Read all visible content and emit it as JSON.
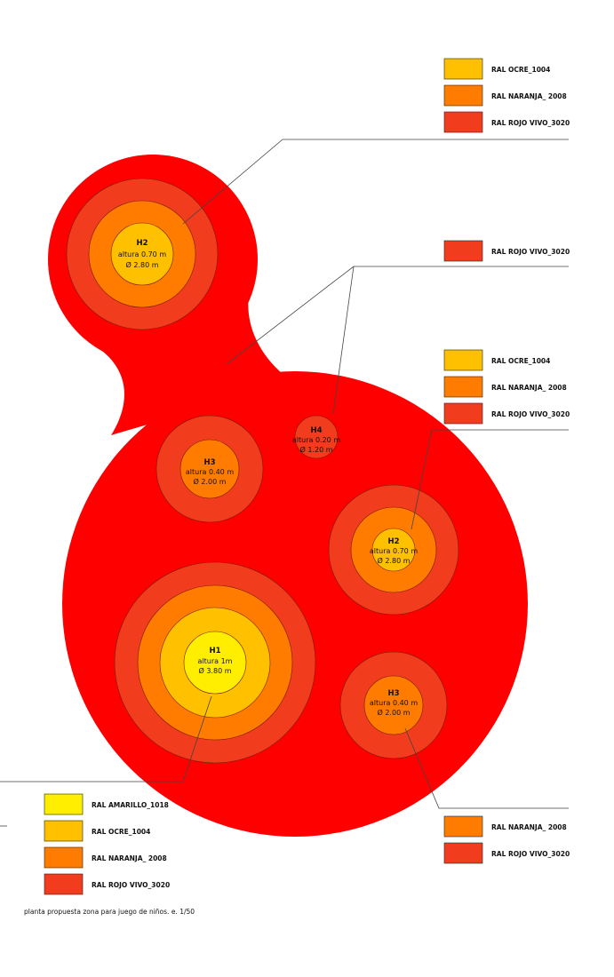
{
  "colors": {
    "amarillo": "#ffee00",
    "ocre": "#ffc000",
    "naranja": "#ff7c00",
    "rojo_vivo": "#f23c1e",
    "base": "#ff0000",
    "line": "#444444"
  },
  "elements": [
    {
      "id": "h2a",
      "title": "H2",
      "altura": "altura 0.70 m",
      "diam": "Ø 2.80 m",
      "rings": [
        "rojo_vivo",
        "naranja",
        "ocre"
      ]
    },
    {
      "id": "h4",
      "title": "H4",
      "altura": "altura 0.20 m",
      "diam": "Ø 1.20 m",
      "rings": [
        "rojo_vivo"
      ]
    },
    {
      "id": "h3a",
      "title": "H3",
      "altura": "altura 0.40 m",
      "diam": "Ø 2.00 m",
      "rings": [
        "rojo_vivo",
        "naranja"
      ]
    },
    {
      "id": "h2b",
      "title": "H2",
      "altura": "altura 0.70 m",
      "diam": "Ø 2.80 m",
      "rings": [
        "rojo_vivo",
        "naranja",
        "ocre"
      ]
    },
    {
      "id": "h1",
      "title": "H1",
      "altura": "altura 1m",
      "diam": "Ø 3.80 m",
      "rings": [
        "rojo_vivo",
        "naranja",
        "ocre",
        "amarillo"
      ]
    },
    {
      "id": "h3b",
      "title": "H3",
      "altura": "altura 0.40 m",
      "diam": "Ø 2.00 m",
      "rings": [
        "rojo_vivo",
        "naranja"
      ]
    }
  ],
  "legends": [
    {
      "id": "legend-h2a",
      "items": [
        {
          "color": "ocre",
          "label": "RAL OCRE_1004"
        },
        {
          "color": "naranja",
          "label": "RAL NARANJA_ 2008"
        },
        {
          "color": "rojo_vivo",
          "label": "RAL ROJO VIVO_3020"
        }
      ]
    },
    {
      "id": "legend-base",
      "items": [
        {
          "color": "rojo_vivo",
          "label": "RAL ROJO VIVO_3020"
        }
      ]
    },
    {
      "id": "legend-h2b",
      "items": [
        {
          "color": "ocre",
          "label": "RAL OCRE_1004"
        },
        {
          "color": "naranja",
          "label": "RAL NARANJA_ 2008"
        },
        {
          "color": "rojo_vivo",
          "label": "RAL ROJO VIVO_3020"
        }
      ]
    },
    {
      "id": "legend-h1",
      "items": [
        {
          "color": "amarillo",
          "label": "RAL AMARILLO_1018"
        },
        {
          "color": "ocre",
          "label": "RAL OCRE_1004"
        },
        {
          "color": "naranja",
          "label": "RAL NARANJA_ 2008"
        },
        {
          "color": "rojo_vivo",
          "label": "RAL ROJO VIVO_3020"
        }
      ]
    },
    {
      "id": "legend-h3b",
      "items": [
        {
          "color": "naranja",
          "label": "RAL NARANJA_ 2008"
        },
        {
          "color": "rojo_vivo",
          "label": "RAL ROJO VIVO_3020"
        }
      ]
    }
  ],
  "caption": "planta propuesta zona para juego de niños. e. 1/50"
}
